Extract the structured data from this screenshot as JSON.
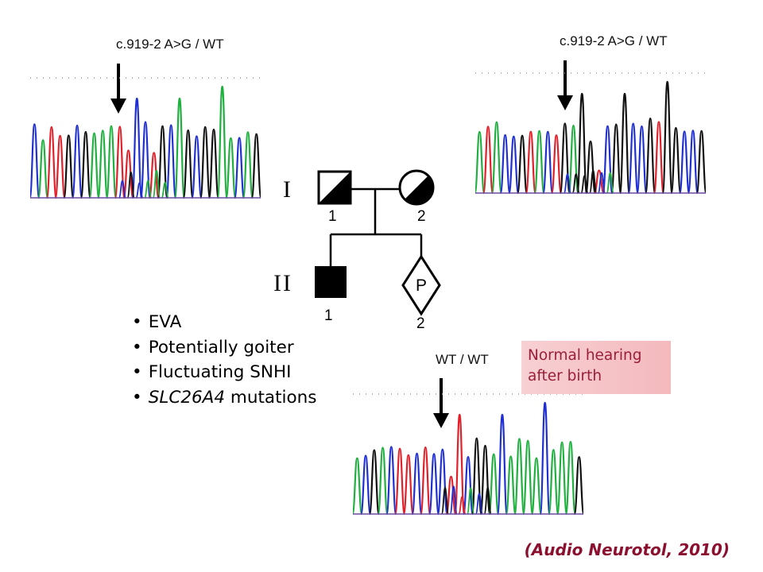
{
  "chromatograms": {
    "father": {
      "genotype_label": "c.919-2 A>G / WT"
    },
    "mother": {
      "genotype_label": "c.919-2 A>G / WT"
    },
    "fetus": {
      "genotype_label": "WT / WT"
    }
  },
  "pedigree": {
    "generation_1_label": "I",
    "generation_2_label": "II",
    "individuals": [
      {
        "id": "I-1",
        "number": "1",
        "symbol": "square",
        "status": "carrier (half-filled)"
      },
      {
        "id": "I-2",
        "number": "2",
        "symbol": "circle",
        "status": "carrier (half-filled)"
      },
      {
        "id": "II-1",
        "number": "1",
        "symbol": "square",
        "status": "affected (filled)"
      },
      {
        "id": "II-2",
        "number": "2",
        "symbol": "diamond",
        "status": "pregnancy",
        "inner_label": "P"
      }
    ]
  },
  "features": [
    {
      "text": "EVA",
      "italic_part": "",
      "rest": ""
    },
    {
      "text": "Potentially goiter",
      "italic_part": "",
      "rest": ""
    },
    {
      "text": "Fluctuating SNHI",
      "italic_part": "",
      "rest": ""
    },
    {
      "text": "",
      "italic_part": "SLC26A4",
      "rest": " mutations"
    }
  ],
  "note": {
    "line1": "Normal hearing",
    "line2": "after birth"
  },
  "citation": "(Audio Neurotol, 2010)",
  "colors": {
    "trace_red": "#e0202a",
    "trace_green": "#20b040",
    "trace_blue": "#2030d0",
    "trace_black": "#111111",
    "note_text": "#9a1f3a",
    "citation_text": "#8b1030"
  }
}
